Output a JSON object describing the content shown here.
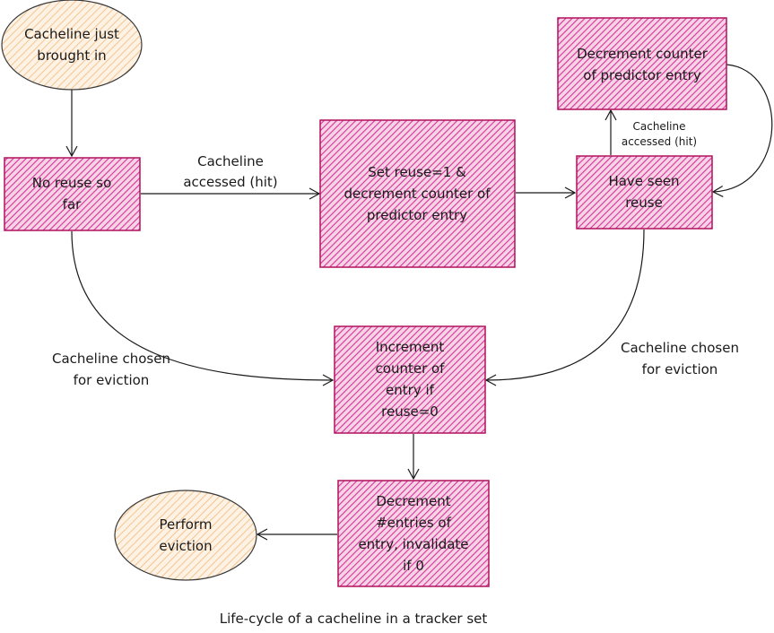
{
  "colors": {
    "box_fill": "#d6339a",
    "box_stroke": "#b0125e",
    "ellipse_fill": "#f6c98f",
    "ellipse_stroke": "#3a3a3a",
    "line": "#1a1a1a"
  },
  "nodes": {
    "start": {
      "line1": "Cacheline just",
      "line2": "brought in"
    },
    "no_reuse": {
      "line1": "No reuse so",
      "line2": "far"
    },
    "set_reuse": {
      "line1": "Set reuse=1 &",
      "line2": "decrement counter of",
      "line3": "predictor entry"
    },
    "have_seen": {
      "line1": "Have seen",
      "line2": "reuse"
    },
    "decrement_counter": {
      "line1": "Decrement counter",
      "line2": "of predictor entry"
    },
    "increment_counter": {
      "line1": "Increment",
      "line2": "counter of",
      "line3": "entry if",
      "line4": "reuse=0"
    },
    "decrement_entries": {
      "line1": "Decrement",
      "line2": "#entries of",
      "line3": "entry, invalidate",
      "line4": "if 0"
    },
    "perform_eviction": {
      "line1": "Perform",
      "line2": "eviction"
    }
  },
  "edge_labels": {
    "accessed_hit_main": {
      "line1": "Cacheline",
      "line2": "accessed (hit)"
    },
    "accessed_hit_small": {
      "line1": "Cacheline",
      "line2": "accessed (hit)"
    },
    "chosen_left": {
      "line1": "Cacheline chosen",
      "line2": "for eviction"
    },
    "chosen_right": {
      "line1": "Cacheline chosen",
      "line2": "for eviction"
    }
  },
  "caption": "Life-cycle of a cacheline in a tracker set"
}
